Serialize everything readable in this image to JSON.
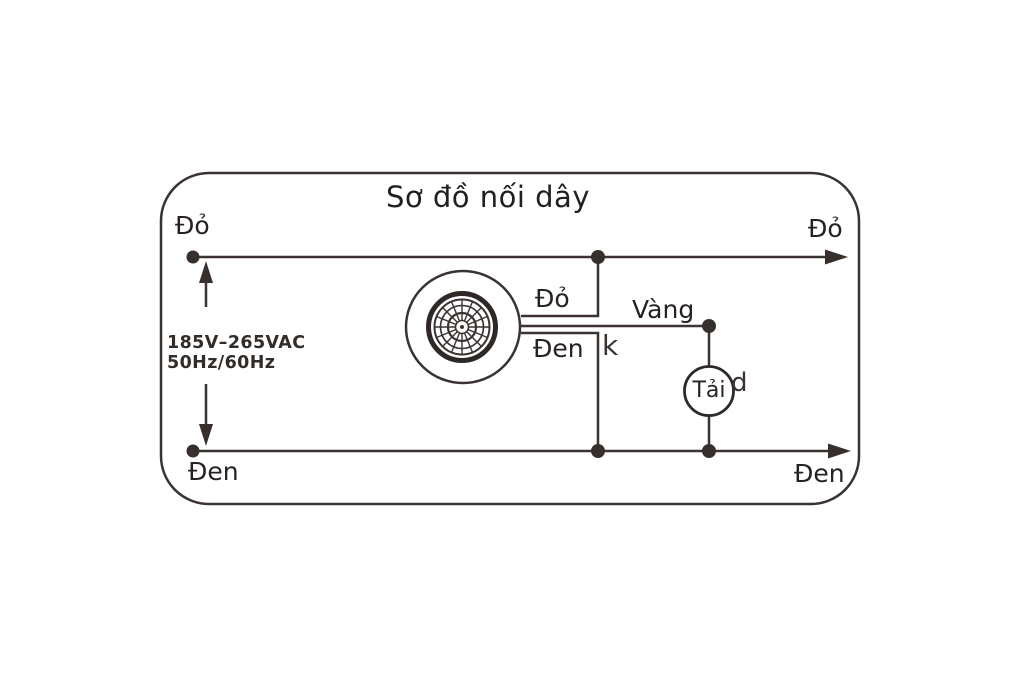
{
  "title": "Sơ đồ nối dây",
  "power": {
    "line1": "185V–265VAC",
    "line2": "50Hz/60Hz"
  },
  "rails": {
    "top_start_label": "Đỏ",
    "top_end_label": "Đỏ",
    "bottom_start_label": "Đen",
    "bottom_end_label": "Đen"
  },
  "sensor": {
    "icon": "photocell-sensor-icon",
    "wires": {
      "red": "Đỏ",
      "yellow": "Vàng",
      "black": "Đen"
    }
  },
  "load": {
    "label": "Tải"
  },
  "artifacts": {
    "fragment1": "k",
    "fragment2": "d"
  },
  "colors": {
    "stroke": "#3a3331",
    "text": "#272220",
    "background": "#ffffff"
  }
}
